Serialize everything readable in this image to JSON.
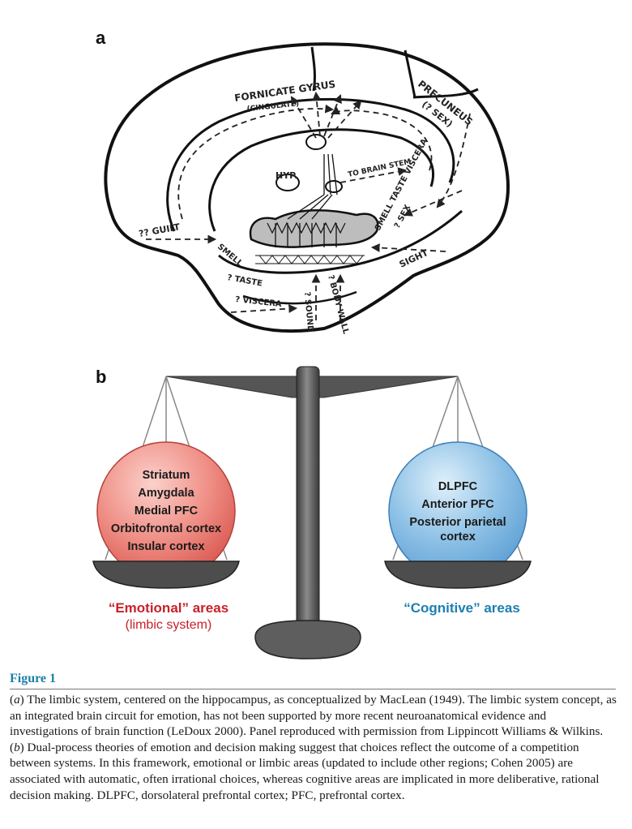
{
  "panel_a": {
    "letter": "a",
    "labels": {
      "fornicate_gyrus": "FORNICATE  GYRUS",
      "cingulate": "(CINGULATE)",
      "precuneus": "PRECUNEUS",
      "sex_q": "(? SEX)",
      "hyp": "HYP.",
      "to_brain_stem": "TO BRAIN STEM",
      "smell_taste_viscera": "SMELL TASTE VISCERA",
      "q_sex": "? SEX",
      "guilt": "?? GUILT",
      "smell": "SMELL",
      "taste": "? TASTE",
      "viscera": "? VISCERA",
      "sound": "? SOUND",
      "body_wall": "? BODY WALL",
      "sight": "SIGHT"
    }
  },
  "panel_b": {
    "letter": "b",
    "emotional_regions": [
      "Striatum",
      "Amygdala",
      "Medial PFC",
      "Orbitofrontal cortex",
      "Insular cortex"
    ],
    "cognitive_regions": [
      "DLPFC",
      "Anterior PFC",
      "Posterior parietal",
      "cortex"
    ],
    "emotional_label": "“Emotional” areas",
    "emotional_sublabel": "(limbic system)",
    "cognitive_label": "“Cognitive” areas",
    "colors": {
      "emotional": "#c8202a",
      "cognitive": "#1c7fb0",
      "emotional_sphere": "#ef8f86",
      "cognitive_sphere": "#8ec1e6"
    }
  },
  "figure": {
    "title": "Figure 1",
    "caption": {
      "a_label": "a",
      "a_text": " The limbic system, centered on the hippocampus, as conceptualized by MacLean (1949). The limbic system concept, as an integrated brain circuit for emotion, has not been supported by more recent neuroanatomical evidence and investigations of brain function (LeDoux 2000). Panel reproduced with permission from Lippincott Williams & Wilkins. ",
      "b_label": "b",
      "b_text": " Dual-process theories of emotion and decision making suggest that choices reflect the outcome of a competition between systems. In this framework, emotional or limbic areas (updated to include other regions; Cohen 2005) are associated with automatic, often irrational choices, whereas cognitive areas are implicated in more deliberative, rational decision making. DLPFC, dorsolateral prefrontal cortex; PFC, prefrontal cortex."
    }
  }
}
